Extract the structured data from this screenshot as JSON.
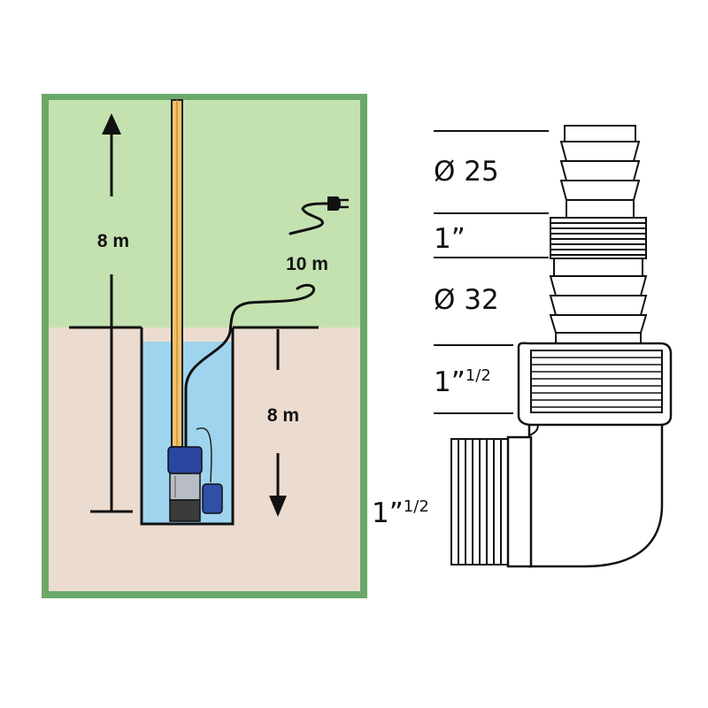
{
  "well_diagram": {
    "height_above_label": "8 m",
    "cable_length_label": "10 m",
    "depth_below_label": "8 m",
    "colors": {
      "frame": "#6aa86a",
      "sky": "#c4e2b0",
      "soil": "#ecdcd0",
      "water": "#9fd4ee",
      "pipe": "#f2c36b",
      "pump_top": "#2a46a0",
      "pump_body": "#b7bcc6",
      "pump_base": "#3b3b3b",
      "float": "#2f4fa8"
    },
    "icons": [
      "plug-icon",
      "up-arrow-icon",
      "down-arrow-icon",
      "pump-icon",
      "float-switch-icon"
    ]
  },
  "fitting_diagram": {
    "dim_hose_barb_small": "Ø 25",
    "dim_thread_top": "1”",
    "dim_hose_barb_large": "Ø 32",
    "dim_female_thread_main": "1”",
    "dim_female_thread_fraction": "1/2",
    "dim_male_thread_main": "1”",
    "dim_male_thread_fraction": "1/2"
  }
}
